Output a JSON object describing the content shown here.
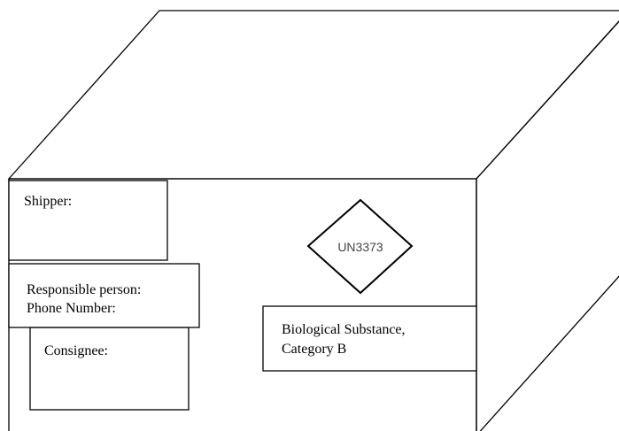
{
  "labels": {
    "shipper": "Shipper:",
    "responsible_person": "Responsible person:",
    "phone_number": "Phone Number:",
    "consignee": "Consignee:",
    "biological_substance_line1": "Biological Substance,",
    "biological_substance_line2": "Category B",
    "un_marking": "UN3373"
  },
  "colors": {
    "stroke": "#000000",
    "background": "#ffffff",
    "un_text": "#444444"
  }
}
